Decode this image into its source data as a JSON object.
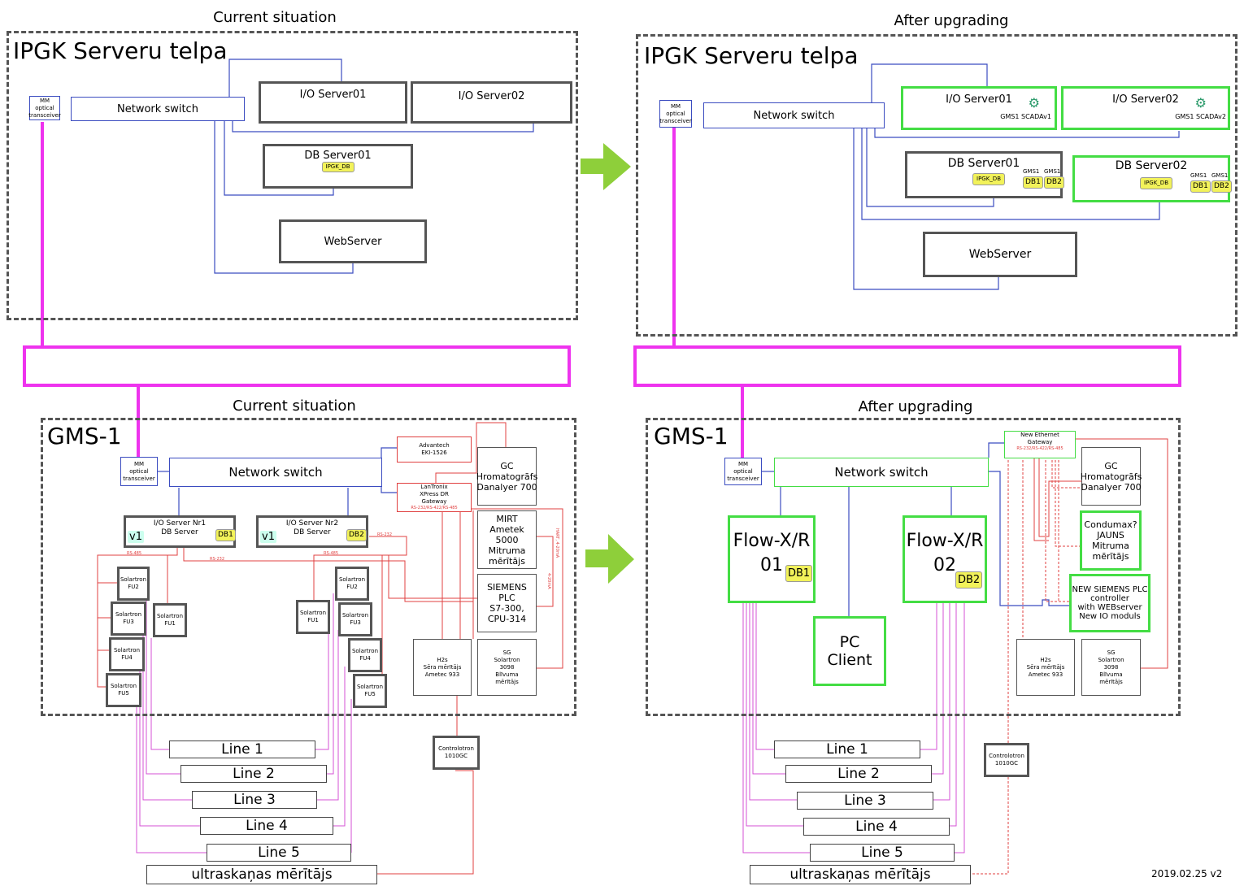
{
  "left": {
    "title_top": "Current situation",
    "server_room": {
      "name": "IPGK Serveru telpa",
      "transceiver": "MM\noptical\ntransceiver",
      "switch": "Network switch",
      "io1": "I/O Server01",
      "io2": "I/O Server02",
      "db1": "DB Server01",
      "db1_badge": "IPGK_DB",
      "web": "WebServer"
    },
    "title_bottom": "Current situation",
    "gms": {
      "name": "GMS-1",
      "transceiver": "MM\noptical\ntransceiver",
      "switch": "Network switch",
      "io_nr1": "I/O Server Nr1\nDB Server",
      "io_nr2": "I/O Server Nr2\nDB Server",
      "v1": "v1",
      "db1": "DB1",
      "db2": "DB2",
      "advantech": "Advantech\nEKI-1526",
      "lantronix": "LanTronix\nXPress DR\nGateway",
      "lantronix_sub": "RS-232/RS-422/RS-485",
      "gc": "GC\nHromatogrāfs\nDanalyer 700",
      "mirt": "MIRT\nAmetek 5000\nMitruma\nmērītājs",
      "siemens": "SIEMENS PLC\nS7-300,\nCPU-314",
      "h2s": "H2s\nSēra mērītājs\nAmetec 933",
      "sg": "SG\nSolartron\n3098\nBlīvuma\nmērītājs",
      "sol_fu1_l": "Solartron\nFU1",
      "sol_fu2_l": "Solartron\nFU2",
      "sol_fu3_l": "Solartron\nFU3",
      "sol_fu4_l": "Solartron\nFU4",
      "sol_fu5_l": "Solartron\nFU5",
      "sol_fu1_r": "Solartron\nFU1",
      "sol_fu2_r": "Solartron\nFU2",
      "sol_fu3_r": "Solartron\nFU3",
      "sol_fu4_r": "Solartron\nFU4",
      "sol_fu5_r": "Solartron\nFU5",
      "rs485": "RS-485",
      "rs232": "RS-232",
      "rs485b": "RS-485",
      "rs232b": "RS-232",
      "ma": "4-20mA",
      "ma2": "HART, 4-20mA"
    },
    "controlotron": "Controlotron\n1010GC",
    "lines": [
      "Line 1",
      "Line 2",
      "Line 3",
      "Line 4",
      "Line 5"
    ],
    "ultra": "ultraskaņas mērītājs"
  },
  "right": {
    "title_top": "After upgrading",
    "server_room": {
      "name": "IPGK Serveru telpa",
      "transceiver": "MM\noptical\ntransceiver",
      "switch": "Network switch",
      "io1": "I/O Server01",
      "io1_sub": "GMS1 SCADAv1",
      "io2": "I/O Server02",
      "io2_sub": "GMS1 SCADAv2",
      "db1": "DB Server01",
      "db2": "DB Server02",
      "ipgk_db": "IPGK_DB",
      "gms1": "GMS1",
      "db1_badge": "DB1",
      "db2_badge": "DB2",
      "web": "WebServer"
    },
    "title_bottom": "After upgrading",
    "gms": {
      "name": "GMS-1",
      "transceiver": "MM\noptical\ntransceiver",
      "switch": "Network switch",
      "gateway": "New Ethernet\nGateway",
      "gateway_sub": "RS-232/RS-422/RS-485",
      "flow1": "Flow-X/R\n01",
      "flow2": "Flow-X/R\n02",
      "db1": "DB1",
      "db2": "DB2",
      "pc": "PC\nClient",
      "gc": "GC\nHromatogrāfs\nDanalyer 700",
      "condumax": "Condumax?\nJAUNS\nMitruma\nmērītājs",
      "siemens": "NEW SIEMENS PLC\ncontroller\nwith WEBserver\nNew IO moduls",
      "h2s": "H2s\nSēra mērītājs\nAmetec 933",
      "sg": "SG\nSolartron\n3098\nBlīvuma\nmērītājs"
    },
    "controlotron": "Controlotron\n1010GC",
    "lines": [
      "Line 1",
      "Line 2",
      "Line 3",
      "Line 4",
      "Line 5"
    ],
    "ultra": "ultraskaņas mērītājs"
  },
  "version": "2019.02.25 v2",
  "colors": {
    "network": "#3b4cc0",
    "fiber": "#ee33ee",
    "serial": "#e04040",
    "upgraded": "#44dd44",
    "arrow": "#8ecf3a"
  }
}
